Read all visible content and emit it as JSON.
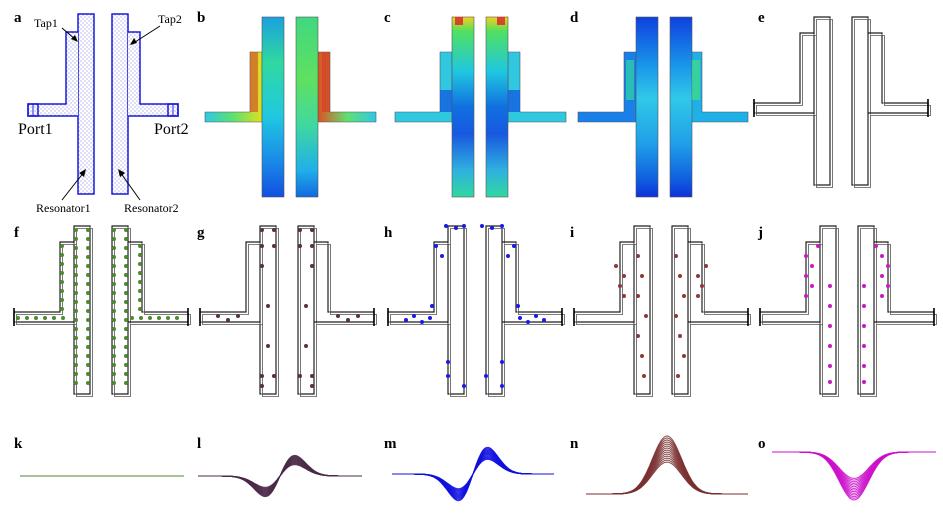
{
  "panel_labels": [
    "a",
    "b",
    "c",
    "d",
    "e",
    "f",
    "g",
    "h",
    "i",
    "j",
    "k",
    "l",
    "m",
    "n",
    "o"
  ],
  "panel_a": {
    "tap1": "Tap1",
    "tap2": "Tap2",
    "port1": "Port1",
    "port2": "Port2",
    "resonator1": "Resonator1",
    "resonator2": "Resonator2",
    "line_color": "#1a1ae0"
  },
  "colors": {
    "f": "#4e8a2e",
    "g": "#5a2f4a",
    "h": "#1a1ae6",
    "i": "#8a3a3a",
    "j": "#c21ec2",
    "k": "#3a7a1a",
    "l": "#4a2a48",
    "m": "#1010e0",
    "n": "#7a3030",
    "o": "#cc10cc"
  }
}
